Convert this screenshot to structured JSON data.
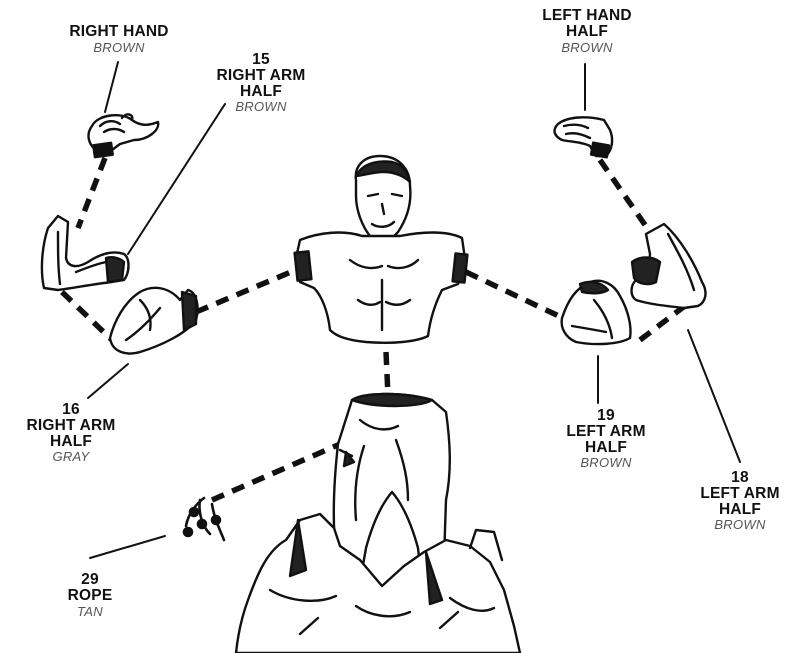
{
  "parts": [
    {
      "id": "right-hand",
      "number": "",
      "name": [
        "RIGHT HAND"
      ],
      "color": "BROWN"
    },
    {
      "id": "right-arm-half-15",
      "number": "15",
      "name": [
        "RIGHT ARM",
        "HALF"
      ],
      "color": "BROWN"
    },
    {
      "id": "left-hand-half",
      "number": "",
      "name": [
        "LEFT HAND",
        "HALF"
      ],
      "color": "BROWN"
    },
    {
      "id": "right-arm-half-16",
      "number": "16",
      "name": [
        "RIGHT ARM",
        "HALF"
      ],
      "color": "GRAY"
    },
    {
      "id": "left-arm-half-19",
      "number": "19",
      "name": [
        "LEFT ARM",
        "HALF"
      ],
      "color": "BROWN"
    },
    {
      "id": "left-arm-half-18",
      "number": "18",
      "name": [
        "LEFT ARM",
        "HALF"
      ],
      "color": "BROWN"
    },
    {
      "id": "rope-29",
      "number": "29",
      "name": [
        "ROPE"
      ],
      "color": "TAN"
    }
  ]
}
